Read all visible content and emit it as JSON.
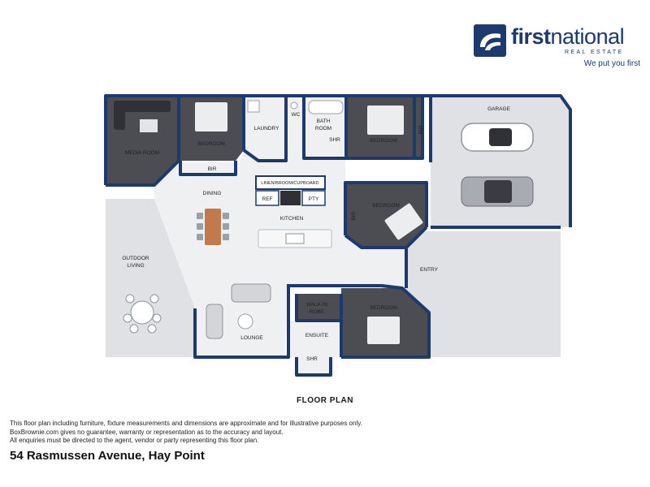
{
  "brand": {
    "name_bold": "first",
    "name_regular": "national",
    "subtitle": "REAL ESTATE",
    "tagline": "We put you first",
    "color": "#1d3a6e"
  },
  "rooms": {
    "media_room": "MEDIA ROOM",
    "bedroom": "BEDROOM",
    "bir": "BIR",
    "laundry": "LAUNDRY",
    "wc": "WC",
    "bath_line1": "BATH",
    "bath_line2": "ROOM",
    "shr": "SHR",
    "garage": "GARAGE",
    "linen": "LINEN/BROOM/CUPBOARD",
    "ref": "REF",
    "pty": "PTY",
    "dining": "DINING",
    "kitchen": "KITCHEN",
    "outdoor_line1": "OUTDOOR",
    "outdoor_line2": "LIVING",
    "entry": "ENTRY",
    "walk_in_line1": "WALK IN",
    "walk_in_line2": "ROBE",
    "ensuite": "ENSUITE",
    "lounge": "LOUNGE"
  },
  "plan_title": "FLOOR PLAN",
  "disclaimer": [
    "This floor plan including furniture, fixture measurements and dimensions are approximate and for illustrative purposes only.",
    "BoxBrownie.com gives no guarantee, warranty or representation as to the accuracy and layout.",
    "All enquiries must be directed to the agent, vendor or party representing this floor plan."
  ],
  "address": "54 Rasmussen Avenue, Hay Point",
  "colors": {
    "wall": "#1d3a6e",
    "carpet": "#4b4d52",
    "tile": "#eff0f2",
    "concrete": "#dfe1e5"
  }
}
